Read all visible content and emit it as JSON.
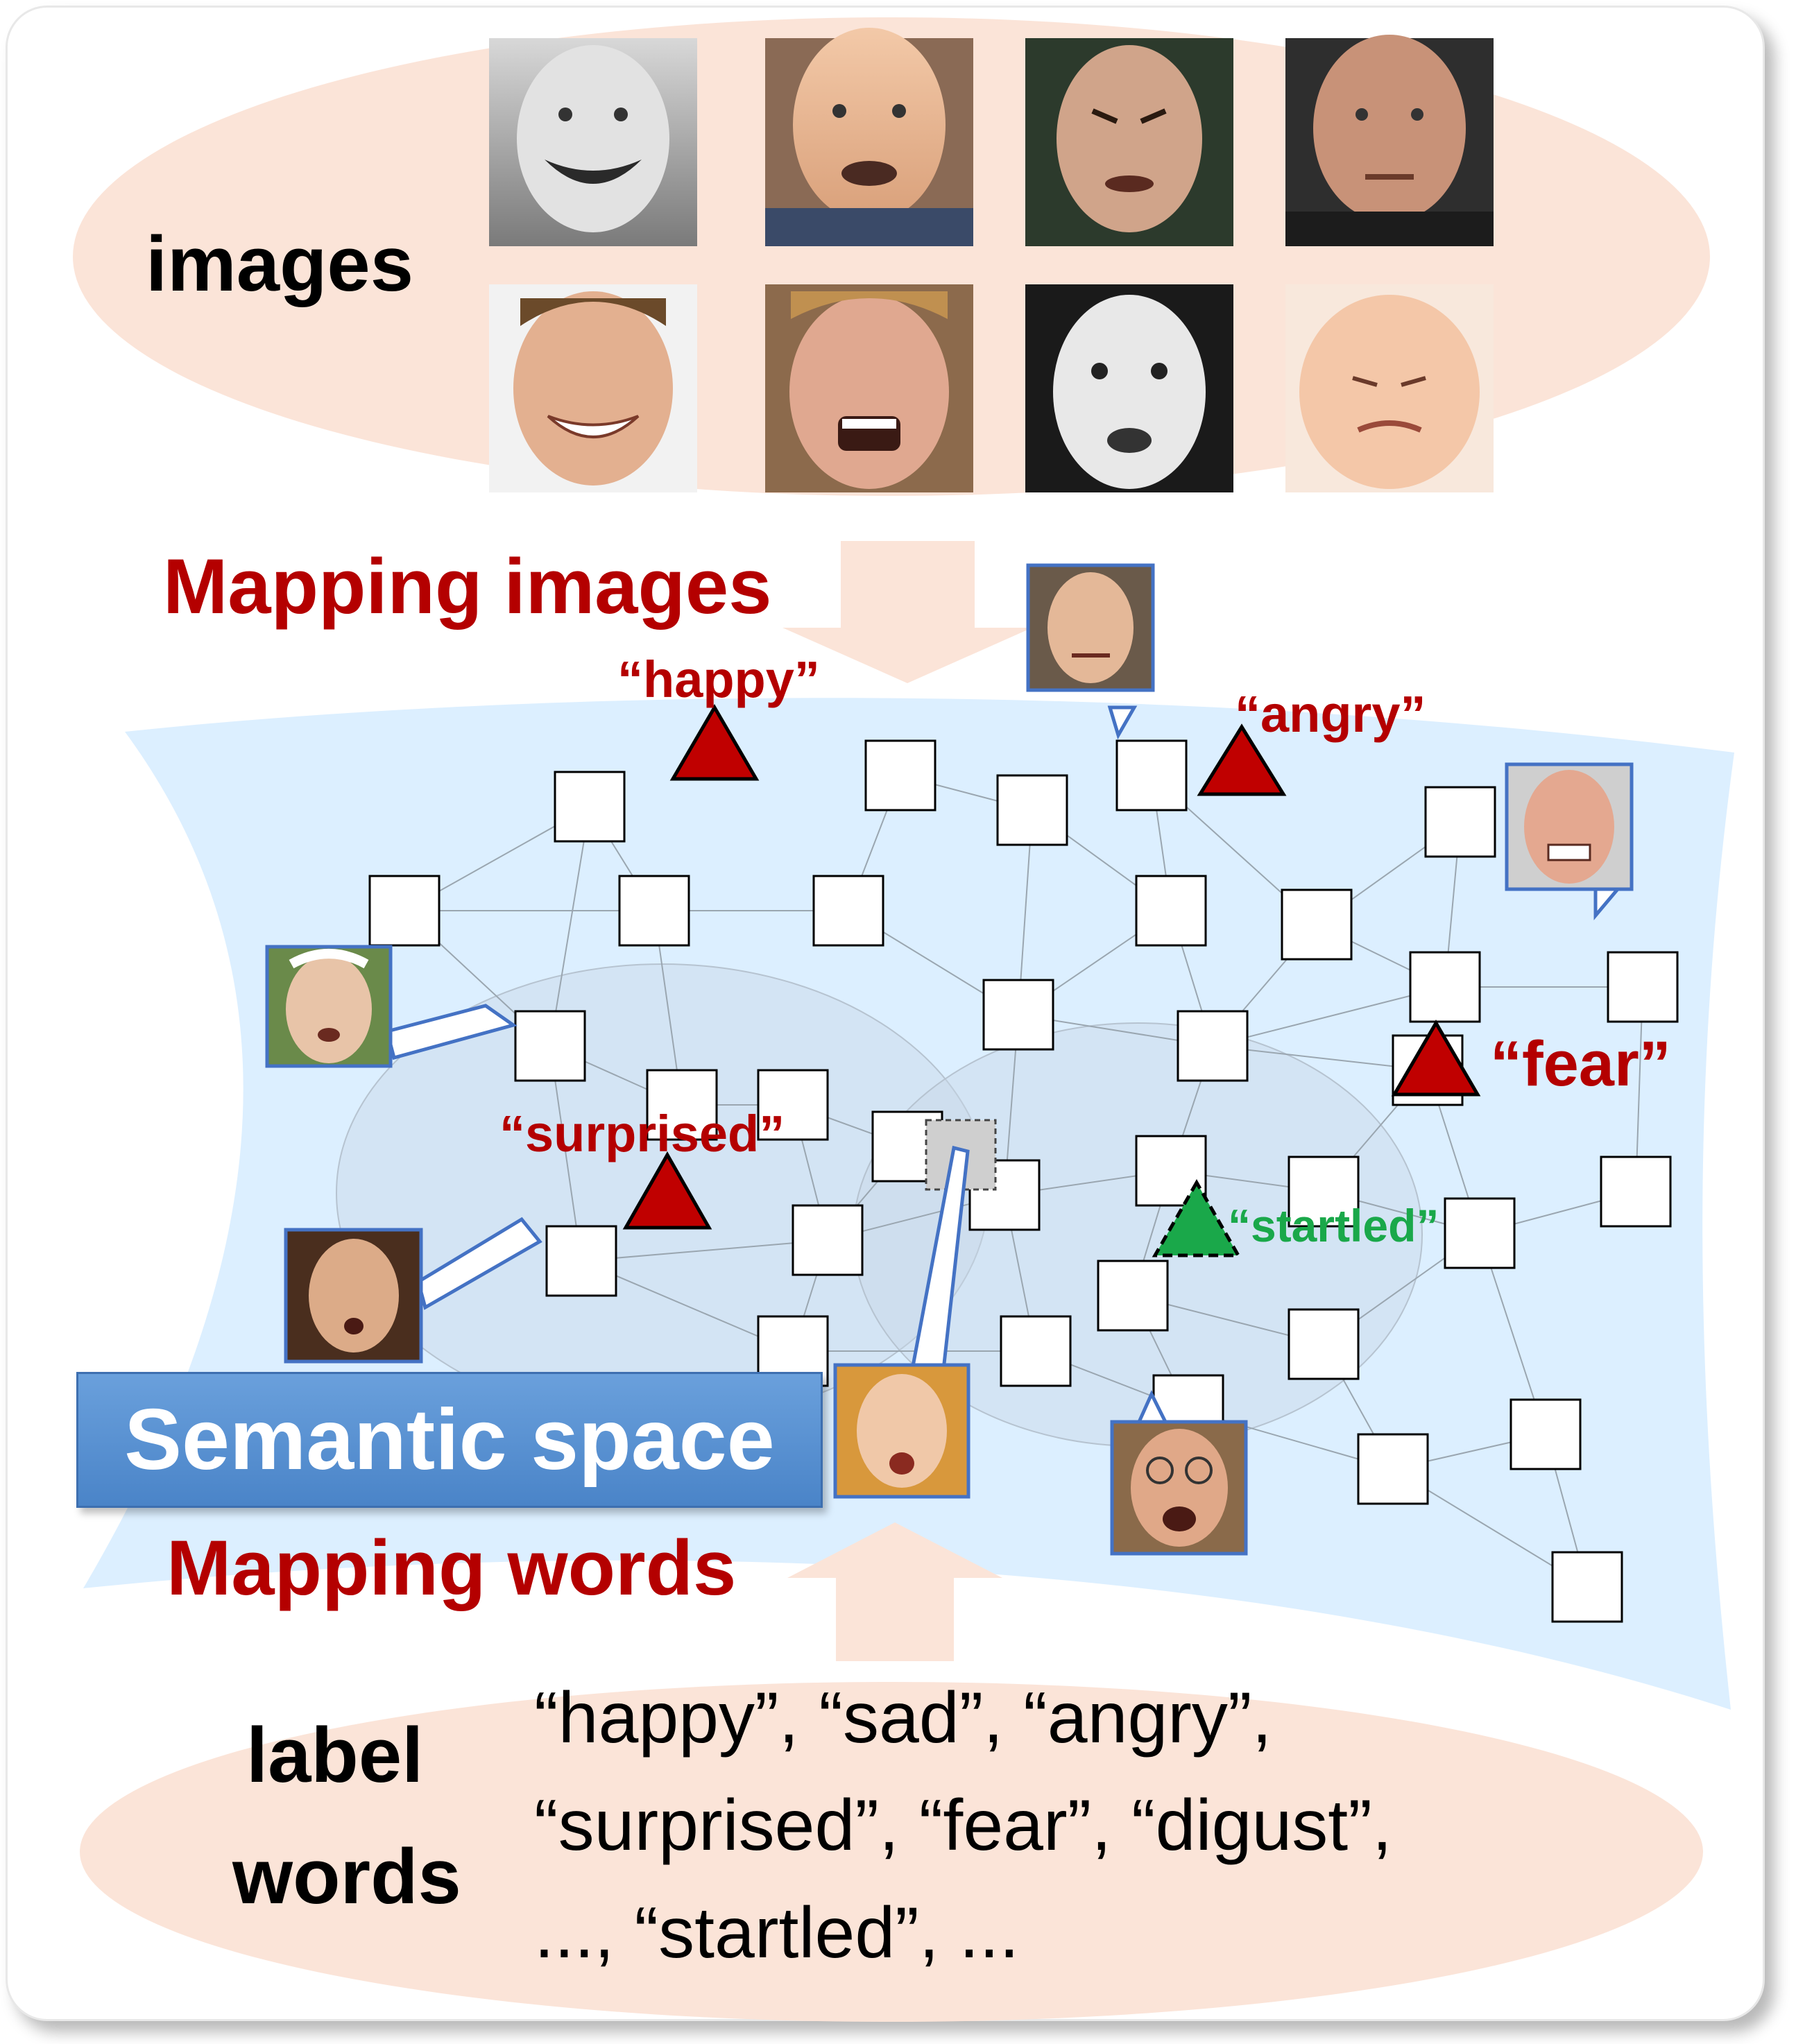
{
  "images_label": "images",
  "mapping_images_label": "Mapping images",
  "mapping_words_label": "Mapping words",
  "semantic_space_label": "Semantic space",
  "label_words_title": [
    "label",
    "words"
  ],
  "label_words_lines": [
    "“happy”, “sad”, “angry”,",
    "“surprised”, “fear”, “digust”,",
    "..., “startled”,  ..."
  ],
  "emotion_anchors": [
    {
      "label": "“happy”",
      "color": "#c00000",
      "style": "solid"
    },
    {
      "label": "“angry”",
      "color": "#c00000",
      "style": "solid"
    },
    {
      "label": "“fear”",
      "color": "#c00000",
      "style": "solid"
    },
    {
      "label": "“surprised”",
      "color": "#c00000",
      "style": "solid"
    },
    {
      "label": "“startled”",
      "color": "#1aa84a",
      "style": "dashed"
    }
  ],
  "face_thumbnails_top": [
    "laughing-boy",
    "scared-man",
    "angry-man",
    "stern-man",
    "smiling-young-man",
    "shouting-young-man",
    "surprised-woman",
    "crying-baby"
  ],
  "face_thumbnails_space": [
    "disgusted-girl",
    "grimacing-man",
    "surprised-old-woman",
    "surprised-girl",
    "shocked-woman",
    "shocked-man-glasses"
  ],
  "colors": {
    "ellipse_fill": "#fbe4d8",
    "space_fill": "#dcefff",
    "anchor_red": "#c00000",
    "anchor_green": "#1aa84a",
    "label_red": "#b40000",
    "startled_green": "#1aa84a",
    "thumb_border": "#4472c4"
  }
}
